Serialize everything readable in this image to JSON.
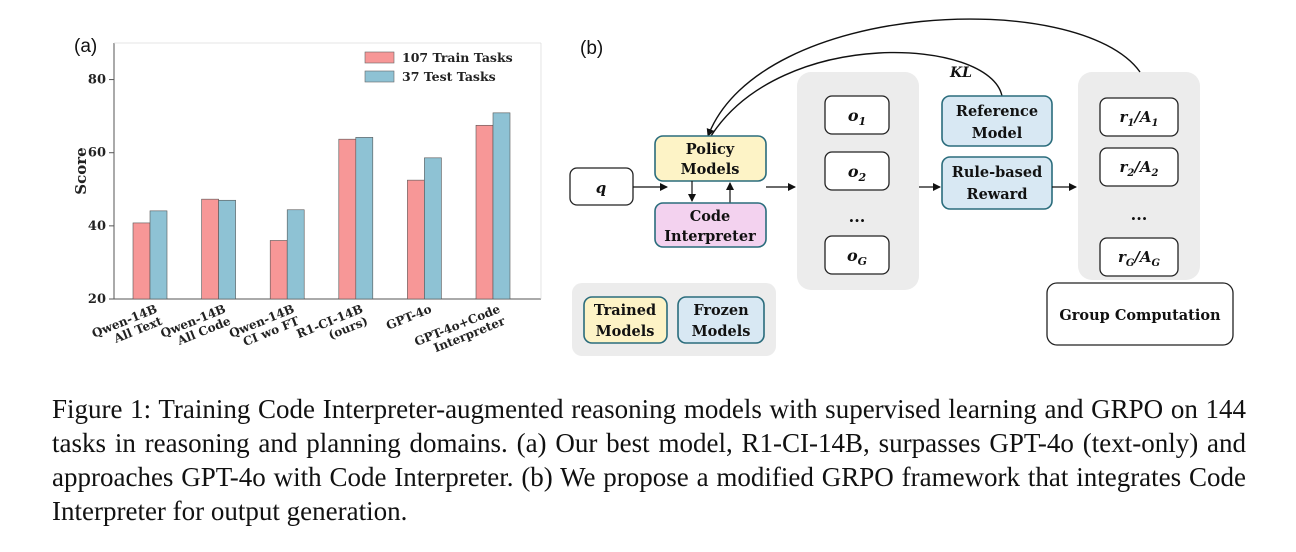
{
  "panel_a": {
    "label": "(a)",
    "chart_data": {
      "type": "bar",
      "title": "",
      "xlabel": "",
      "ylabel": "Score",
      "ylim": [
        20,
        90
      ],
      "yticks": [
        20,
        40,
        60,
        80
      ],
      "grid": false,
      "legend_position": "top-right",
      "categories": [
        [
          "Qwen-14B",
          "All Text"
        ],
        [
          "Qwen-14B",
          "All Code"
        ],
        [
          "Qwen-14B",
          "CI wo FT"
        ],
        [
          "R1-CI-14B",
          "(ours)"
        ],
        [
          "GPT-4o"
        ],
        [
          "GPT-4o+Code",
          "Interpreter"
        ]
      ],
      "series": [
        {
          "name": "107 Train Tasks",
          "color": "#f79797",
          "values": [
            40.8,
            47.3,
            36.0,
            63.7,
            52.5,
            67.5
          ]
        },
        {
          "name": "37 Test Tasks",
          "color": "#8ec2d4",
          "values": [
            44.1,
            47.0,
            44.4,
            64.2,
            58.6,
            70.9
          ]
        }
      ]
    }
  },
  "panel_b": {
    "label": "(b)",
    "query": "q",
    "policy": [
      "Policy",
      "Models"
    ],
    "code_interpreter": [
      "Code",
      "Interpreter"
    ],
    "outputs": [
      {
        "base": "o",
        "sub": "1"
      },
      {
        "base": "o",
        "sub": "2"
      },
      {
        "base": "o",
        "sub": "G"
      }
    ],
    "ellipsis": "...",
    "reference": [
      "Reference",
      "Model"
    ],
    "reward": [
      "Rule-based",
      "Reward"
    ],
    "kl": "KL",
    "rewards": [
      {
        "r": "r",
        "rs": "1",
        "a": "A",
        "as": "1"
      },
      {
        "r": "r",
        "rs": "2",
        "a": "A",
        "as": "2"
      },
      {
        "r": "r",
        "rs": "G",
        "a": "A",
        "as": "G"
      }
    ],
    "group_computation": "Group Computation",
    "legend": {
      "trained": [
        "Trained",
        "Models"
      ],
      "frozen": [
        "Frozen",
        "Models"
      ]
    },
    "colors": {
      "trained_fill": "#fdf3c6",
      "interpreter_fill": "#f3d2ef",
      "frozen_fill": "#d8e8f3",
      "border": "#2a6c7c",
      "panel_bg": "#ececec"
    }
  },
  "caption": "Figure 1: Training Code Interpreter-augmented reasoning models with supervised learning and GRPO on 144 tasks in reasoning and planning domains. (a) Our best model, R1-CI-14B, surpasses GPT-4o (text-only) and approaches GPT-4o with Code Interpreter. (b) We propose a modified GRPO framework that integrates Code Interpreter for output generation."
}
